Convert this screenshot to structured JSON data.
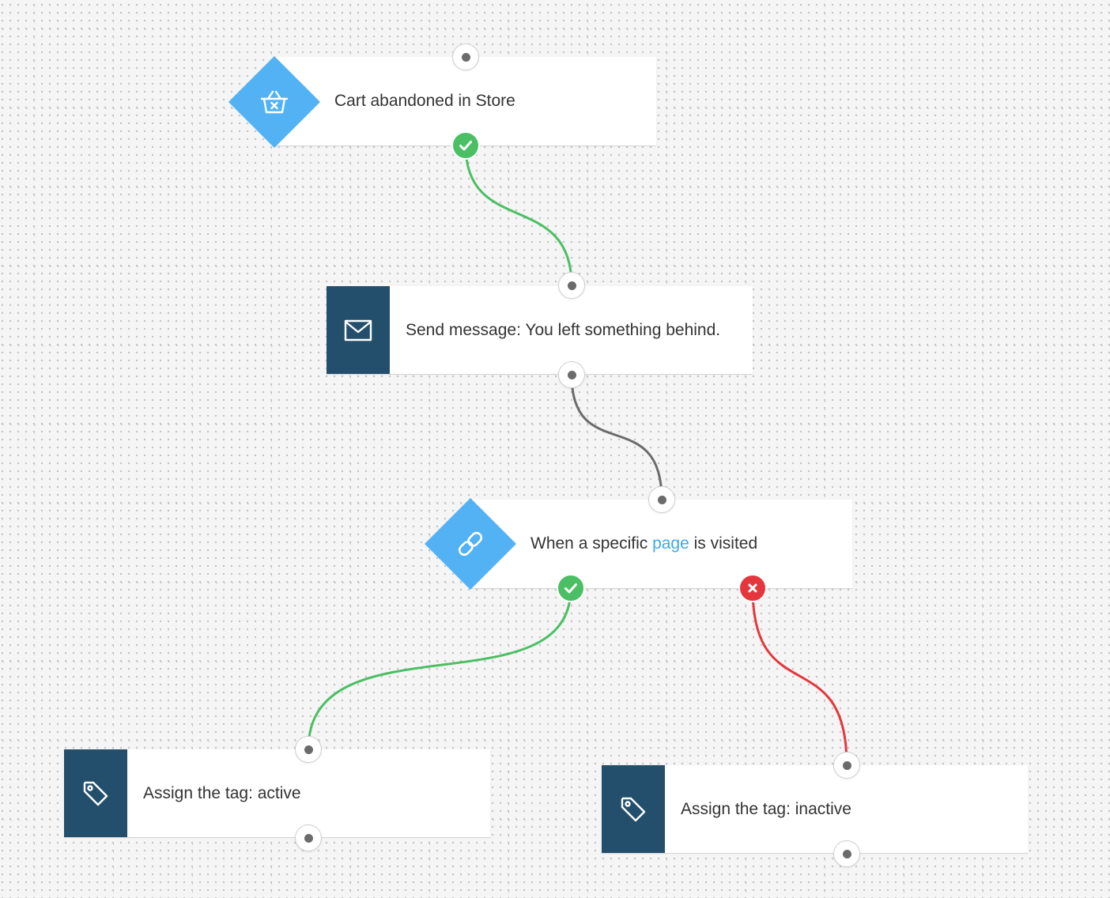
{
  "colors": {
    "trigger_blue": "#52b2f4",
    "action_navy": "#234f6c",
    "yes_green": "#4bbf63",
    "no_red": "#e5363d",
    "neutral_wire": "#6b6b6b",
    "link_text": "#40a9e6"
  },
  "nodes": {
    "cart_abandoned": {
      "icon": "basket-x-icon",
      "label": "Cart abandoned in Store"
    },
    "send_message": {
      "icon": "envelope-icon",
      "label": "Send message: You left something behind."
    },
    "page_visited": {
      "icon": "chain-link-icon",
      "label_before": "When a specific",
      "label_link": "page",
      "label_after": "is visited"
    },
    "tag_active": {
      "icon": "tag-icon",
      "label": "Assign the tag: active"
    },
    "tag_inactive": {
      "icon": "tag-icon",
      "label": "Assign the tag: inactive"
    }
  },
  "connections": [
    {
      "from": "cart_abandoned",
      "to": "send_message",
      "type": "yes"
    },
    {
      "from": "send_message",
      "to": "page_visited",
      "type": "neutral"
    },
    {
      "from": "page_visited",
      "to": "tag_active",
      "type": "yes"
    },
    {
      "from": "page_visited",
      "to": "tag_inactive",
      "type": "no"
    }
  ]
}
